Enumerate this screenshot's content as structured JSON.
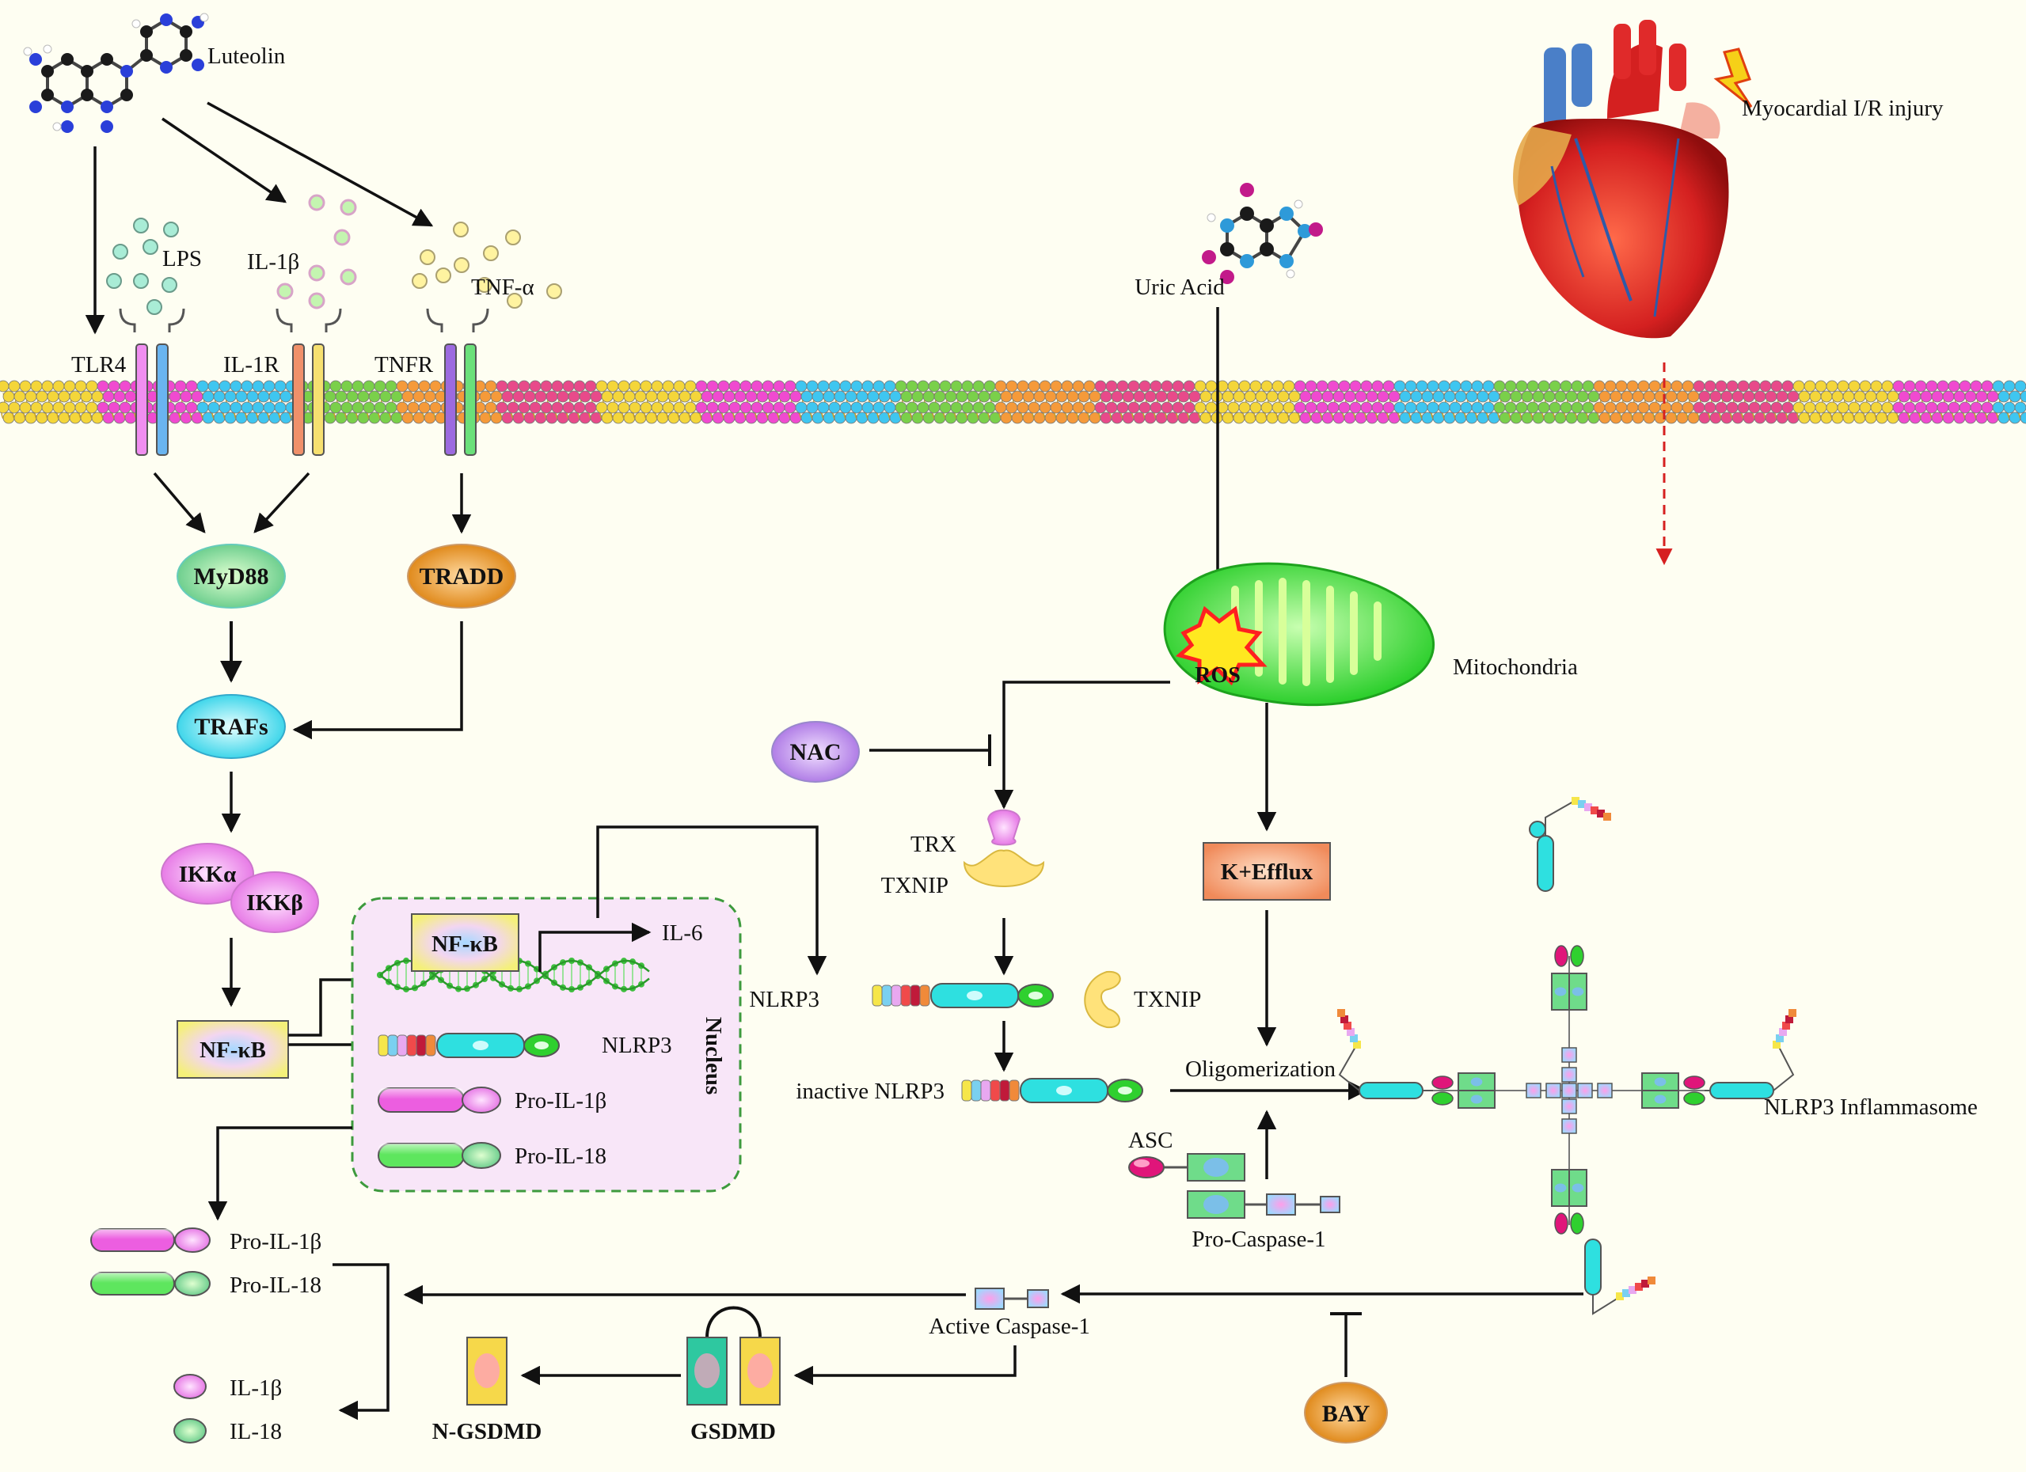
{
  "labels": {
    "luteolin": "Luteolin",
    "lps": "LPS",
    "il1b_ligand": "IL-1β",
    "tnfa": "TNF-α",
    "tlr4": "TLR4",
    "il1r": "IL-1R",
    "tnfr": "TNFR",
    "uric_acid": "Uric Acid",
    "myocardial": "Myocardial I/R injury",
    "myd88": "MyD88",
    "tradd": "TRADD",
    "trafs": "TRAFs",
    "ikka": "IKKα",
    "ikkb": "IKKβ",
    "nfkb_cyto": "NF-κB",
    "nfkb_nuc": "NF-κB",
    "il6": "IL-6",
    "nucleus": "Nucleus",
    "nlrp3_nuc": "NLRP3",
    "pro_il1b_nuc": "Pro-IL-1β",
    "pro_il18_nuc": "Pro-IL-18",
    "ros": "ROS",
    "mitochondria": "Mitochondria",
    "nac": "NAC",
    "trx": "TRX",
    "txnip": "TXNIP",
    "kefflux": "K+Efflux",
    "nlrp3": "NLRP3",
    "txnip2": "TXNIP",
    "inactive_nlrp3": "inactive NLRP3",
    "oligomerization": "Oligomerization",
    "inflammasome": "NLRP3 Inflammasome",
    "asc": "ASC",
    "procasp1": "Pro-Caspase-1",
    "pro_il1b": "Pro-IL-1β",
    "pro_il18": "Pro-IL-18",
    "active_casp1": "Active Caspase-1",
    "il1b": "IL-1β",
    "il18": "IL-18",
    "ngsdmd": "N-GSDMD",
    "gsdmd": "GSDMD",
    "bay": "BAY"
  },
  "colors": {
    "background": "#fefef2",
    "arrow": "#111111",
    "nucleus_border": "#3d9a3d",
    "nucleus_fill": "#f8e6f8",
    "injury_arrow": "#d62020",
    "mitochondria": "#5ee65e",
    "ros": "#ff2020"
  },
  "icons": {
    "luteolin": "molecule-icon",
    "uric_acid": "molecule-icon",
    "heart": "heart-icon",
    "lightning": "lightning-icon",
    "membrane": "lipid-bilayer-icon",
    "dna": "dna-helix-icon"
  }
}
